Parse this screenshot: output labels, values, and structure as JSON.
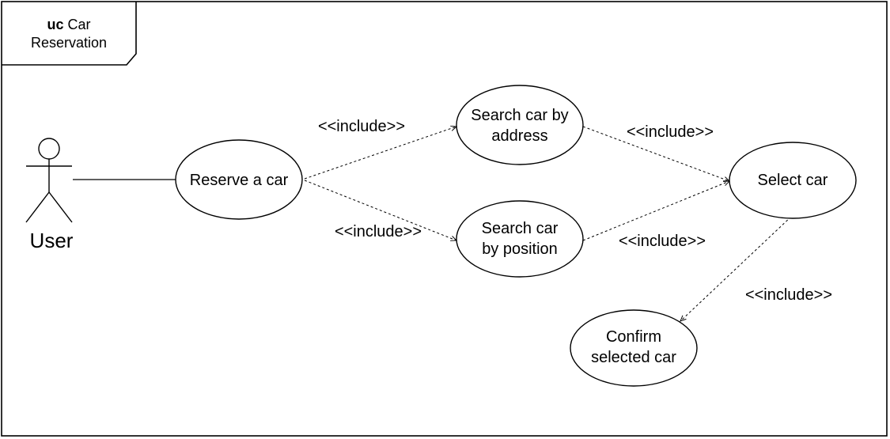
{
  "frame": {
    "keyword": "uc",
    "title_line1": "Car",
    "title_line2": "Reservation"
  },
  "actor": {
    "label": "User"
  },
  "use_cases": {
    "reserve": "Reserve a car",
    "search_address": [
      "Search car by",
      "address"
    ],
    "search_position": [
      "Search car",
      "by position"
    ],
    "select": "Select car",
    "confirm": [
      "Confirm",
      "selected car"
    ]
  },
  "relations": {
    "include_1": "<<include>>",
    "include_2": "<<include>>",
    "include_3": "<<include>>",
    "include_4": "<<include>>",
    "include_5": "<<include>>"
  }
}
